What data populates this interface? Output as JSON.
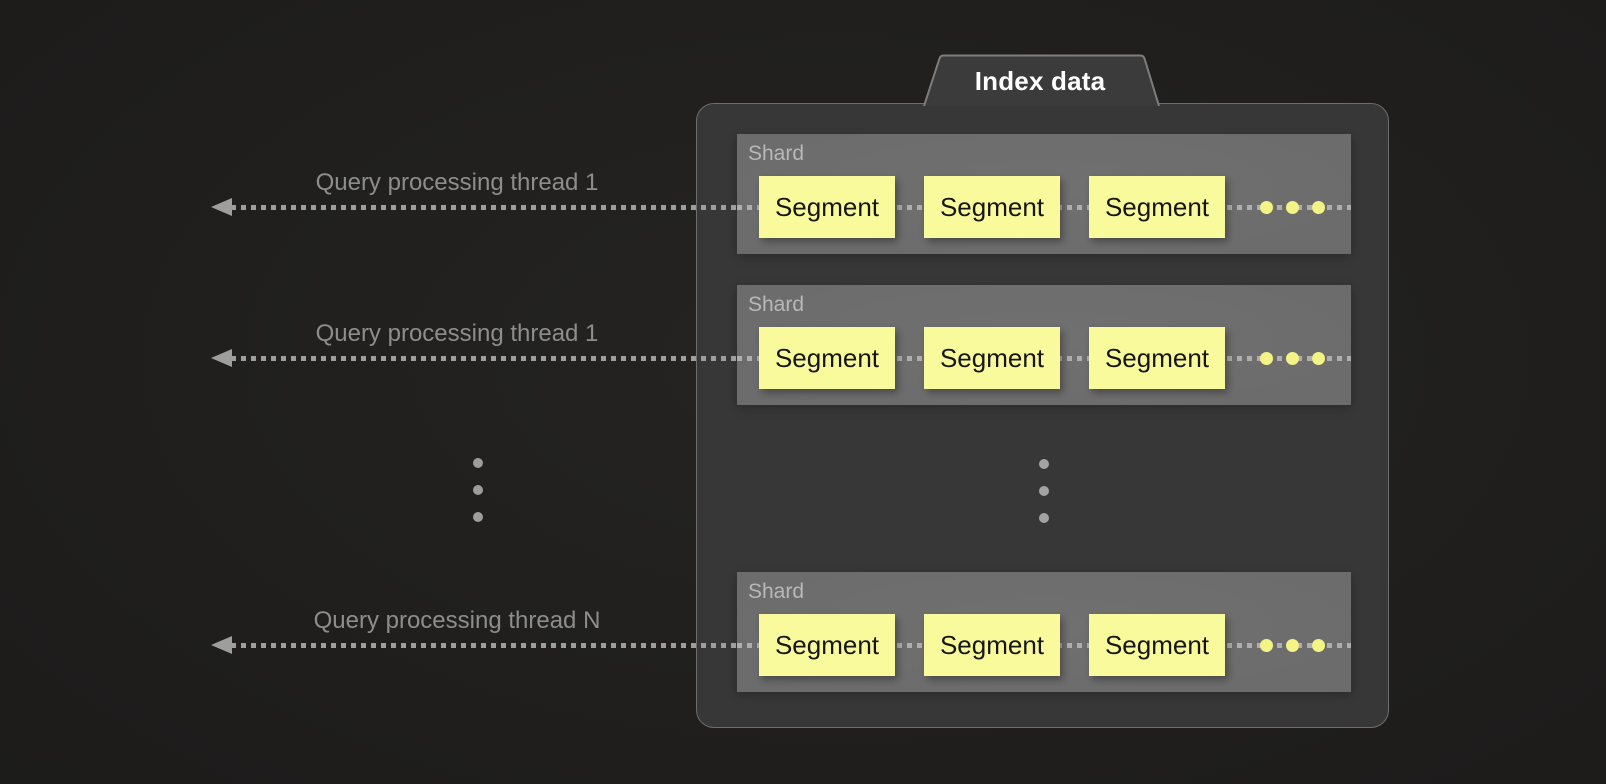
{
  "diagram": {
    "title": "Index data",
    "threads": [
      {
        "label": "Query processing thread 1"
      },
      {
        "label": "Query processing thread 1"
      },
      {
        "label": "Query processing thread N"
      }
    ],
    "shards": [
      {
        "label": "Shard",
        "segments": [
          "Segment",
          "Segment",
          "Segment"
        ],
        "more_segments_icon": "ellipsis-dots"
      },
      {
        "label": "Shard",
        "segments": [
          "Segment",
          "Segment",
          "Segment"
        ],
        "more_segments_icon": "ellipsis-dots"
      },
      {
        "label": "Shard",
        "segments": [
          "Segment",
          "Segment",
          "Segment"
        ],
        "more_segments_icon": "ellipsis-dots"
      }
    ],
    "ellipses": {
      "more_threads": "vertical-ellipsis",
      "more_shards": "vertical-ellipsis"
    },
    "colors": {
      "background": "#1d1c1b",
      "container_fill": "#373737",
      "container_border": "#6e6e6e",
      "tab_fill": "#3b3b3b",
      "tab_border": "#7e7e7e",
      "shard_fill": "#6b6b6b",
      "shard_label_text": "#b8b8b8",
      "segment_fill": "#f9fa9b",
      "segment_text": "#161616",
      "segment_ellipsis_dot": "#f3f485",
      "dotted_line": "#9e9e9e",
      "thread_label_text": "#8d8d8d",
      "title_text": "#ffffff"
    }
  }
}
